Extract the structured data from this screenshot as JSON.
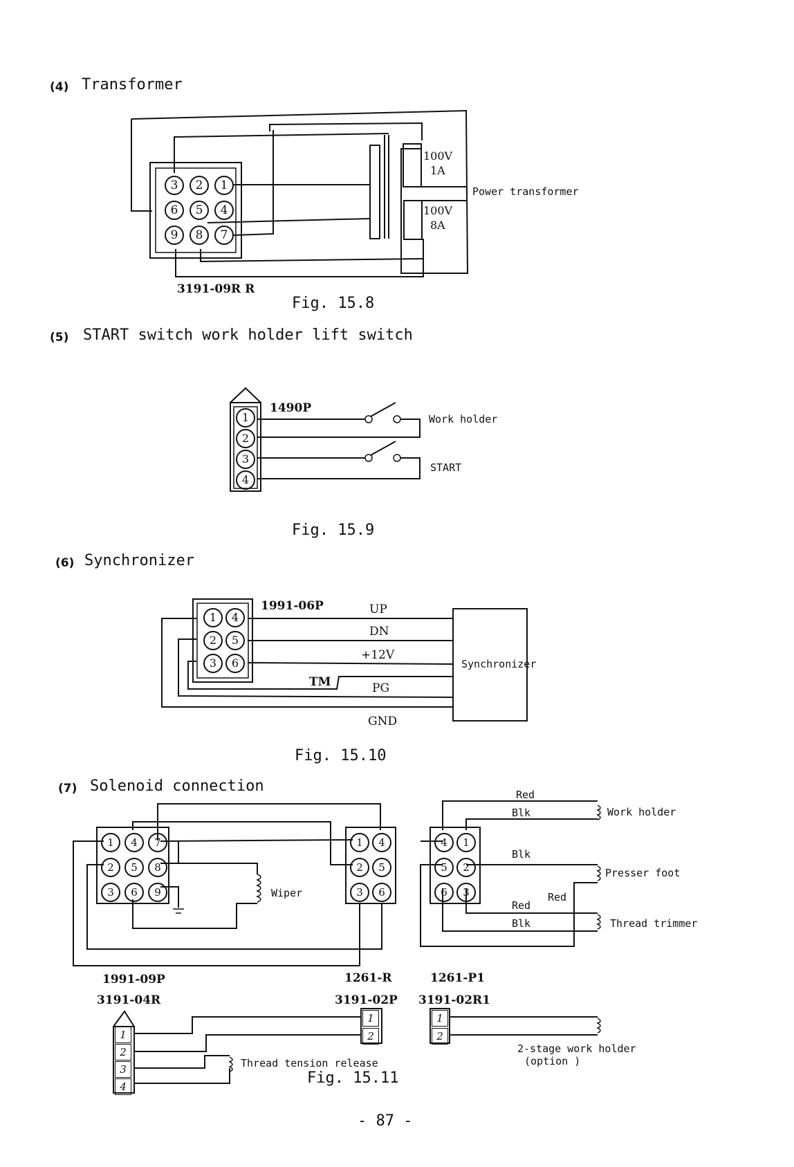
{
  "sections": {
    "s4": {
      "num": "(4)",
      "title": "Transformer"
    },
    "s5": {
      "num": "(5)",
      "title": "START switch work holder lift switch"
    },
    "s6": {
      "num": "(6)",
      "title": "Synchronizer"
    },
    "s7": {
      "num": "(7)",
      "title": "Solenoid connection"
    }
  },
  "transformer": {
    "pins": [
      "3",
      "2",
      "1",
      "6",
      "5",
      "4",
      "9",
      "8",
      "7"
    ],
    "v1": "100V",
    "a1": "1A",
    "v2": "100V",
    "a2": "8A",
    "label": "Power transformer",
    "part": "3191-09R R",
    "fig": "Fig. 15.8"
  },
  "switch": {
    "pins": [
      "1",
      "2",
      "3",
      "4"
    ],
    "part": "1490P",
    "work_holder": "Work holder",
    "start": "START",
    "fig": "Fig. 15.9"
  },
  "sync": {
    "pins": [
      "1",
      "4",
      "2",
      "5",
      "3",
      "6"
    ],
    "part": "1991-06P",
    "up": "UP",
    "dn": "DN",
    "v12": "+12V",
    "tm": "TM",
    "pg": "PG",
    "gnd": "GND",
    "label": "Synchronizer",
    "fig": "Fig. 15.10"
  },
  "solenoid": {
    "left_pins": [
      "1",
      "4",
      "7",
      "2",
      "5",
      "8",
      "3",
      "6",
      "9"
    ],
    "mid_pins": [
      "1",
      "4",
      "2",
      "5",
      "3",
      "6"
    ],
    "right_pins": [
      "4",
      "1",
      "5",
      "2",
      "6",
      "3"
    ],
    "wiper": "Wiper",
    "part_left": "1991-09P",
    "part_mid": "1261-R",
    "part_right": "1261-P1",
    "red1": "Red",
    "blk1": "Blk",
    "work_holder": "Work holder",
    "blk2": "Blk",
    "presser_foot": "Presser foot",
    "red2": "Red",
    "red3": "Red",
    "blk3": "Blk",
    "thread_trimmer": "Thread trimmer",
    "part_04r": "3191-04R",
    "small_pins": [
      "1",
      "2",
      "3",
      "4"
    ],
    "part_02p": "3191-02P",
    "p02_pins": [
      "1",
      "2"
    ],
    "part_02r1": "3191-02R1",
    "r1_pins": [
      "1",
      "2"
    ],
    "thread_tension": "Thread tension release",
    "two_stage": "2-stage work holder",
    "option": "(option )",
    "fig": "Fig. 15.11"
  },
  "page_number": "- 87 -"
}
